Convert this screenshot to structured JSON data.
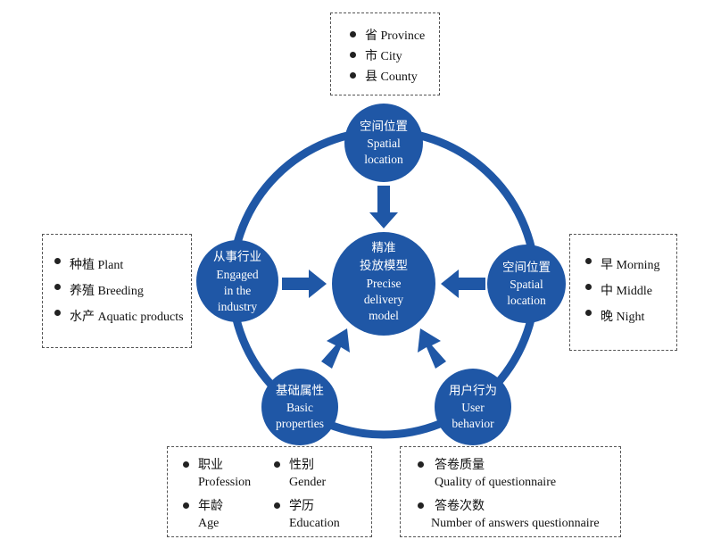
{
  "nodes": {
    "center": {
      "lines": [
        "精准",
        "投放模型",
        "Precise",
        "delivery",
        "model"
      ]
    },
    "top": {
      "lines": [
        "空间位置",
        "Spatial",
        "location"
      ]
    },
    "left": {
      "lines": [
        "从事行业",
        "Engaged",
        "in the",
        "industry"
      ]
    },
    "right": {
      "lines": [
        "空间位置",
        "Spatial",
        "location"
      ]
    },
    "bottom_left": {
      "lines": [
        "基础属性",
        "Basic",
        "properties"
      ]
    },
    "bottom_right": {
      "lines": [
        "用户行为",
        "User",
        "behavior"
      ]
    }
  },
  "boxes": {
    "top": {
      "items": [
        {
          "zh": "省",
          "en": "Province"
        },
        {
          "zh": "市",
          "en": "City"
        },
        {
          "zh": "县",
          "en": "County"
        }
      ]
    },
    "left": {
      "items": [
        {
          "zh": "种植",
          "en": "Plant"
        },
        {
          "zh": "养殖",
          "en": "Breeding"
        },
        {
          "zh": "水产",
          "en": "Aquatic products"
        }
      ]
    },
    "right": {
      "items": [
        {
          "zh": "早",
          "en": "Morning"
        },
        {
          "zh": "中",
          "en": "Middle"
        },
        {
          "zh": "晚",
          "en": "Night"
        }
      ]
    },
    "bottom_left": {
      "items": [
        {
          "zh": "职业",
          "en": "Profession"
        },
        {
          "zh": "性别",
          "en": "Gender"
        },
        {
          "zh": "年龄",
          "en": "Age"
        },
        {
          "zh": "学历",
          "en": "Education"
        }
      ]
    },
    "bottom_right": {
      "items": [
        {
          "zh": "答卷质量",
          "en": "Quality of questionnaire"
        },
        {
          "zh": "答卷次数",
          "en": "Number of answers questionnaire"
        }
      ]
    }
  },
  "colors": {
    "primary": "#1f57a6",
    "text": "#111111"
  }
}
